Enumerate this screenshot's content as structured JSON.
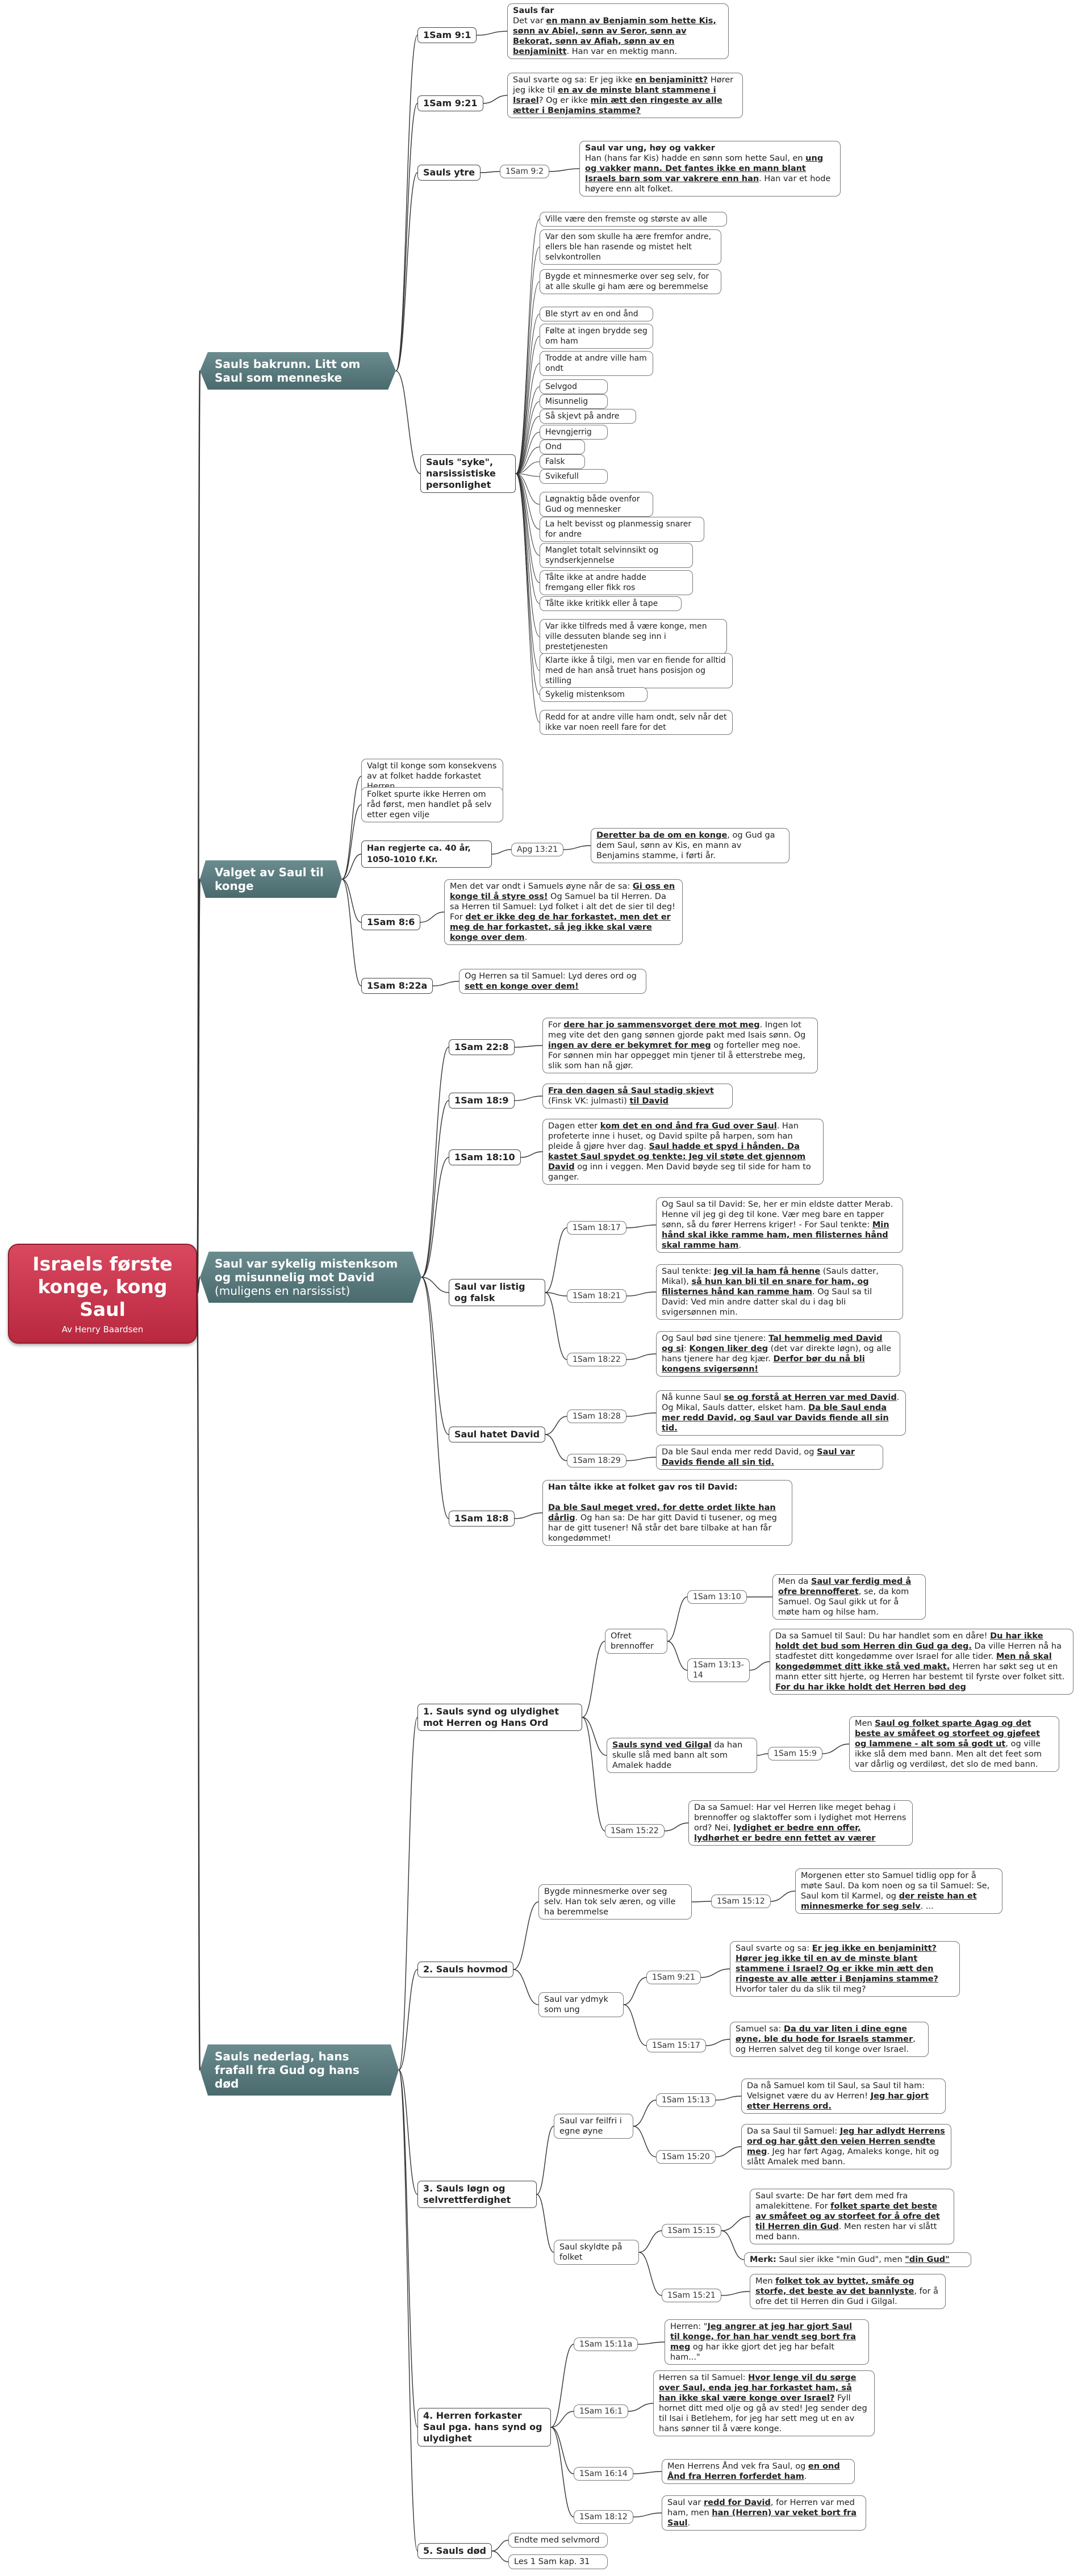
{
  "root": {
    "title": "Israels første konge,  kong Saul",
    "author": "Av Henry Baardsen"
  },
  "branch1": {
    "label": "Sauls bakrunn. Litt om Saul som menneske",
    "t_9_1": "1Sam 9:1",
    "n_9_1": [
      [
        "Sauls far",
        "b"
      ],
      [
        "\nDet var ",
        ""
      ],
      [
        "en mann av Benjamin som hette Kis, sønn av Abiel, sønn av Seror, sønn av Bekorat, sønn av Afiah, sønn av en benjaminitt",
        "u"
      ],
      [
        ". Han var en mektig mann.",
        ""
      ]
    ],
    "t_9_21": "1Sam 9:21",
    "n_9_21": [
      [
        "Saul svarte og sa: Er jeg ikke ",
        ""
      ],
      [
        "en benjaminitt?",
        "u"
      ],
      [
        " Hører jeg ikke til ",
        ""
      ],
      [
        "en av de minste blant stammene i Israel",
        "u"
      ],
      [
        "? Og er ikke ",
        ""
      ],
      [
        "min ætt den ringeste av alle ætter i Benjamins stamme?",
        "u"
      ]
    ],
    "t_ytre": "Sauls ytre",
    "r_9_2": "1Sam 9:2",
    "n_9_2": [
      [
        "Saul var ung, høy og vakker",
        "b"
      ],
      [
        "\nHan (hans far Kis) hadde en sønn som hette Saul, en ",
        ""
      ],
      [
        "ung og vakker",
        "u"
      ],
      [
        " ",
        ""
      ],
      [
        "mann. Det fantes ikke en mann blant Israels barn som var vakrere enn han",
        "u"
      ],
      [
        ". Han var et hode høyere enn alt folket.",
        ""
      ]
    ],
    "t_syke": "Sauls \"syke\", narsissistiske personlighet",
    "traits": [
      "Ville være den fremste og største av alle",
      "Var den som skulle ha ære fremfor andre, ellers ble han rasende og mistet helt selvkontrollen",
      "Bygde et minnesmerke over seg selv, for at alle skulle gi ham ære og beremmelse",
      "Ble styrt av en ond ånd",
      "Følte at ingen brydde seg om ham",
      "Trodde at andre ville ham ondt",
      "Selvgod",
      "Misunnelig",
      "Så skjevt på andre",
      "Hevngjerrig",
      "Ond",
      "Falsk",
      "Svikefull",
      "Løgnaktig både ovenfor Gud og mennesker",
      "La helt bevisst og planmessig snarer for andre",
      "Manglet totalt selvinnsikt og syndserkjennelse",
      "Tålte ikke at andre hadde fremgang eller fikk ros",
      "Tålte ikke kritikk eller å tape",
      "Var ikke tilfreds med å være konge, men ville dessuten blande seg inn i prestetjenesten",
      "Klarte ikke å tilgi, men var en fiende  for alltid med de han anså truet hans posisjon og stilling",
      "Sykelig mistenksom",
      "Redd for at andre ville ham ondt, selv når det ikke var noen reell fare for det"
    ]
  },
  "branch2": {
    "label": "Valget av Saul til konge",
    "n_valgt": "Valgt til konge som konsekvens av at folket hadde forkastet Herren",
    "n_spurte": "Folket spurte ikke Herren om råd først, men handlet på selv etter egen vilje",
    "t_regjerte": "Han regjerte ca. 40 år, 1050-1010 f.Kr.",
    "r_ap": "Apg 13:21",
    "n_ap": [
      [
        "Deretter ba de om en konge",
        "u"
      ],
      [
        ", og Gud ga dem Saul, sønn av Kis, en mann av Benjamins stamme, i førti år.",
        ""
      ]
    ],
    "t_8_6": "1Sam 8:6",
    "n_8_6": [
      [
        "Men det var ondt i Samuels øyne når de sa: ",
        ""
      ],
      [
        "Gi oss en konge til å styre oss!",
        "u"
      ],
      [
        " Og Samuel ba til Herren. Da sa Herren til Samuel: Lyd folket i alt det de sier til deg! For ",
        ""
      ],
      [
        "det er ikke deg de har forkastet, men det er meg de har forkastet, så jeg ikke skal være konge over dem",
        "u"
      ],
      [
        ".",
        ""
      ]
    ],
    "t_8_22a": "1Sam 8:22a",
    "n_8_22a": [
      [
        "Og Herren sa til Samuel: Lyd deres ord og ",
        ""
      ],
      [
        "sett en konge over dem!",
        "u"
      ]
    ]
  },
  "branch3": {
    "label": "Saul var sykelig mistenksom og misunnelig mot David",
    "label_note": " (muligens en narsissist)",
    "t_22_8": "1Sam 22:8",
    "n_22_8": [
      [
        "For ",
        ""
      ],
      [
        "dere har jo sammensvorget dere mot meg",
        "u"
      ],
      [
        ". Ingen lot meg vite det den gang sønnen gjorde pakt med Isais sønn. Og ",
        ""
      ],
      [
        "ingen av dere er bekymret for meg",
        "u"
      ],
      [
        " og forteller meg noe. For sønnen min har oppegget min tjener til å etterstrebe meg, slik som han nå gjør.",
        ""
      ]
    ],
    "t_18_9": "1Sam 18:9",
    "n_18_9": [
      [
        "Fra den dagen så Saul stadig skjevt",
        "u"
      ],
      [
        " (Finsk VK: julmasti) ",
        ""
      ],
      [
        "til David",
        "u"
      ]
    ],
    "t_18_10": "1Sam 18:10",
    "n_18_10": [
      [
        "Dagen etter ",
        ""
      ],
      [
        "kom det en ond ånd fra Gud over Saul",
        "u"
      ],
      [
        ". Han profeterte inne i huset, og David spilte på harpen, som han pleide å gjøre hver dag. ",
        ""
      ],
      [
        "Saul hadde et spyd i hånden. Da kastet Saul spydet og tenkte: Jeg vil støte det gjennom David",
        "u"
      ],
      [
        " og inn i veggen. Men David bøyde seg til side for ham to ganger.",
        ""
      ]
    ],
    "t_listig": "Saul var listig og falsk",
    "r_18_17": "1Sam 18:17",
    "n_18_17": [
      [
        "Og Saul sa til David: Se, her er min eldste datter Merab. Henne vil jeg gi deg til kone. Vær meg bare en tapper sønn, så du fører Herrens kriger! - For Saul tenkte: ",
        ""
      ],
      [
        "Min hånd skal ikke ramme ham, men filisternes hånd skal ramme ham",
        "u"
      ],
      [
        ".",
        ""
      ]
    ],
    "r_18_21": "1Sam 18:21",
    "n_18_21": [
      [
        "Saul tenkte: ",
        ""
      ],
      [
        "Jeg vil la ham få henne",
        "u"
      ],
      [
        " (Sauls datter, Mikal), ",
        ""
      ],
      [
        "så hun kan bli til en snare for ham, og filisternes hånd kan ramme ham",
        "u"
      ],
      [
        ". Og Saul sa til David: Ved min andre datter skal du i dag bli svigersønnen min.",
        ""
      ]
    ],
    "r_18_22": "1Sam 18:22",
    "n_18_22": [
      [
        "Og Saul bød sine tjenere: ",
        ""
      ],
      [
        "Tal hemmelig med David og si",
        "u"
      ],
      [
        ": ",
        ""
      ],
      [
        "Kongen liker deg",
        "u"
      ],
      [
        " (det var direkte løgn), og alle hans tjenere har deg kjær. ",
        ""
      ],
      [
        "Derfor bør du nå bli kongens svigersønn!",
        "u"
      ]
    ],
    "t_hatet": "Saul hatet David",
    "r_18_28": "1Sam 18:28",
    "n_18_28": [
      [
        "Nå kunne Saul ",
        ""
      ],
      [
        "se og forstå at Herren var med David",
        "u"
      ],
      [
        ". Og Mikal, Sauls datter, elsket ham. ",
        ""
      ],
      [
        "Da ble Saul enda mer redd David, og Saul var Davids fiende all sin tid.",
        "u"
      ]
    ],
    "r_18_29": "1Sam 18:29",
    "n_18_29": [
      [
        "Da ble Saul enda mer redd David, og ",
        ""
      ],
      [
        "Saul var Davids fiende all sin tid.",
        "u"
      ]
    ],
    "t_18_8": "1Sam 18:8",
    "n_18_8": [
      [
        "Han tålte ikke at folket gav ros til David:",
        "b"
      ],
      [
        "\n\n",
        ""
      ],
      [
        "Da ble Saul meget vred, for dette ordet likte han dårlig",
        "u"
      ],
      [
        ". Og han sa: De har gitt David ti tusener, og meg har de gitt tusener! Nå står det bare tilbake at han får kongedømmet!",
        ""
      ]
    ]
  },
  "branch4": {
    "label": "Sauls nederlag, hans frafall fra Gud og hans død",
    "t_1": "1. Sauls synd og ulydighet mot Herren og Hans Ord",
    "ofret": "Ofret brennoffer",
    "r_13_10": "1Sam 13:10",
    "n_13_10": [
      [
        "Men da ",
        ""
      ],
      [
        "Saul var ferdig med å ofre brennofferet",
        "u"
      ],
      [
        ", se, da kom Samuel. Og Saul gikk ut for å møte ham og hilse ham.",
        ""
      ]
    ],
    "r_13_13": "1Sam 13:13-14",
    "n_13_13": [
      [
        "Da sa Samuel til Saul: Du har handlet som en dåre! ",
        ""
      ],
      [
        "Du har ikke holdt det bud som Herren din Gud ga deg.",
        "u"
      ],
      [
        " Da ville Herren nå ha stadfestet ditt kongedømme over Israel for alle tider. ",
        ""
      ],
      [
        "Men nå skal kongedømmet ditt ikke stå ved makt.",
        "u"
      ],
      [
        " Herren har søkt seg ut en mann etter sitt hjerte, og Herren har bestemt til fyrste over folket sitt. ",
        ""
      ],
      [
        "For du har ikke holdt det Herren bød deg",
        "u"
      ]
    ],
    "synd": [
      [
        "Sauls synd ved Gilgal",
        "u"
      ],
      [
        " da han skulle slå med bann alt som Amalek hadde",
        ""
      ]
    ],
    "r_15_9": "1Sam 15:9",
    "n_15_9": [
      [
        "Men ",
        ""
      ],
      [
        "Saul og folket sparte Agag og det beste av småfeet og storfeet og gjøfeet og lammene - alt som så godt ut",
        "u"
      ],
      [
        ", og ville ikke slå dem med bann. Men alt det feet som var dårlig og verdiløst, det slo de med bann.",
        ""
      ]
    ],
    "r_15_22": "1Sam 15:22",
    "n_15_22": [
      [
        "Da sa Samuel: Har vel Herren like meget behag i brennoffer og slaktoffer som i lydighet mot Herrens ord? Nei, ",
        ""
      ],
      [
        "lydighet er bedre enn offer, lydhørhet er bedre enn fettet av værer",
        "u"
      ]
    ],
    "t_2": "2. Sauls hovmod",
    "bygde": "Bygde minnesmerke over seg selv. Han tok selv æren, og ville ha beremmelse",
    "r_15_12": "1Sam 15:12",
    "n_15_12": [
      [
        "Morgenen etter sto Samuel tidlig opp for å møte Saul. Da kom noen og sa til Samuel: Se, Saul kom til Karmel, og ",
        ""
      ],
      [
        "der reiste han et minnesmerke for seg selv",
        "u"
      ],
      [
        ". ...",
        ""
      ]
    ],
    "ydmyk": "Saul var ydmyk som ung",
    "r_9_21b": "1Sam 9:21",
    "n_9_21b": [
      [
        "Saul svarte og sa: ",
        ""
      ],
      [
        "Er jeg ikke en benjaminitt? Hører jeg ikke til en av de minste blant stammene i Israel? Og er ikke min ætt den ringeste av alle ætter i Benjamins stamme?",
        "u"
      ],
      [
        " Hvorfor taler du da slik til meg?",
        ""
      ]
    ],
    "r_15_17": "1Sam 15:17",
    "n_15_17": [
      [
        "Samuel sa: ",
        ""
      ],
      [
        "Da du var liten i dine egne øyne, ble du hode for Israels stammer",
        "u"
      ],
      [
        ", og Herren salvet deg til konge over Israel.",
        ""
      ]
    ],
    "t_3": "3. Sauls løgn og selvrettferdighet",
    "feilfri": "Saul var feilfri i egne øyne",
    "r_15_13": "1Sam 15:13",
    "n_15_13": [
      [
        "Da nå Samuel kom til Saul, sa Saul til ham: Velsignet være du av Herren! ",
        ""
      ],
      [
        "Jeg har gjort etter Herrens ord.",
        "u"
      ]
    ],
    "r_15_20": "1Sam 15:20",
    "n_15_20": [
      [
        "Da sa Saul til Samuel: ",
        ""
      ],
      [
        "Jeg har adlydt Herrens ord og har gått den veien Herren sendte meg",
        "u"
      ],
      [
        ". Jeg har ført Agag, Amaleks konge, hit og slått Amalek med bann.",
        ""
      ]
    ],
    "skyldte": "Saul skyldte på folket",
    "r_15_15": "1Sam 15:15",
    "n_15_15": [
      [
        "Saul svarte: De har ført dem med fra amalekittene. For ",
        ""
      ],
      [
        "folket sparte det beste av småfeet og av storfeet for å ofre det til Herren din Gud",
        "u"
      ],
      [
        ". Men resten har vi slått med bann.",
        ""
      ]
    ],
    "merk": [
      [
        "Merk:",
        "b"
      ],
      [
        " Saul sier ikke \"min Gud\", men ",
        ""
      ],
      [
        "\"din Gud\"",
        "u"
      ]
    ],
    "r_15_21": "1Sam 15:21",
    "n_15_21": [
      [
        "Men ",
        ""
      ],
      [
        "folket tok av byttet, småfe og storfe, det beste av det bannlyste",
        "u"
      ],
      [
        ", for å ofre det til Herren din Gud i Gilgal.",
        ""
      ]
    ],
    "t_4": "4. Herren forkaster Saul pga. hans synd og ulydighet",
    "r_15_11": "1Sam 15:11a",
    "n_15_11": [
      [
        "Herren: \"",
        ""
      ],
      [
        "Jeg angrer at jeg har gjort Saul til konge, for han har vendt seg bort fra meg",
        "u"
      ],
      [
        " og har ikke gjort det jeg har befalt ham...\"",
        ""
      ]
    ],
    "r_16_1": "1Sam 16:1",
    "n_16_1": [
      [
        "Herren sa til Samuel: ",
        ""
      ],
      [
        "Hvor lenge vil du sørge over Saul, enda jeg har forkastet ham, så han ikke skal være konge over Israel?",
        "u"
      ],
      [
        " Fyll hornet ditt med olje og gå av sted! Jeg sender deg til Isai i Betlehem, for jeg har sett meg ut en av hans sønner til å være konge.",
        ""
      ]
    ],
    "r_16_14": "1Sam 16:14",
    "n_16_14": [
      [
        "Men Herrens Ånd vek fra Saul, og ",
        ""
      ],
      [
        "en ond Ånd fra Herren forferdet ham",
        "u"
      ],
      [
        ".",
        ""
      ]
    ],
    "r_18_12": "1Sam 18:12",
    "n_18_12": [
      [
        "Saul var ",
        ""
      ],
      [
        "redd for David",
        "u"
      ],
      [
        ", for Herren var med ham, men ",
        ""
      ],
      [
        "han (Herren) var veket bort fra Saul",
        "u"
      ],
      [
        ".",
        ""
      ]
    ],
    "t_5": "5. Sauls død",
    "endte": "Endte med selvmord",
    "les": "Les 1 Sam kap. 31"
  }
}
